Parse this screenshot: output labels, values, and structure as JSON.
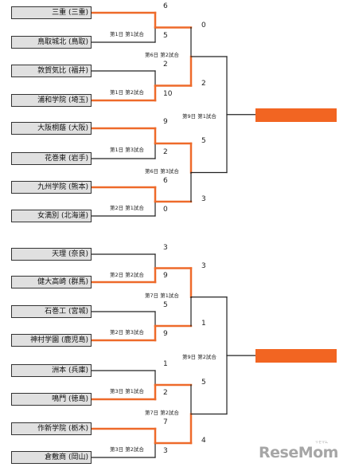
{
  "teams": [
    "三重 (三重)",
    "鳥取城北 (鳥取)",
    "敦賀気比 (福井)",
    "浦和学院 (埼玉)",
    "大阪桐蔭 (大阪)",
    "花巻東 (岩手)",
    "九州学院 (熊本)",
    "女満別 (北海道)",
    "天理 (奈良)",
    "健大高崎 (群馬)",
    "石巻工 (宮城)",
    "神村学園 (鹿児島)",
    "洲本 (兵庫)",
    "鳴門 (徳島)",
    "作新学院 (栃木)",
    "倉敷商 (岡山)"
  ],
  "first_round": [
    {
      "label": "第1日 第1試合",
      "scores": [
        "6",
        "5"
      ],
      "winner": 0
    },
    {
      "label": "第1日 第2試合",
      "scores": [
        "2",
        "10"
      ],
      "winner": 1
    },
    {
      "label": "第1日 第3試合",
      "scores": [
        "9",
        "2"
      ],
      "winner": 0
    },
    {
      "label": "第2日 第1試合",
      "scores": [
        "6",
        "0"
      ],
      "winner": 0
    },
    {
      "label": "第2日 第2試合",
      "scores": [
        "3",
        "9"
      ],
      "winner": 1
    },
    {
      "label": "第2日 第3試合",
      "scores": [
        "5",
        "9"
      ],
      "winner": 1
    },
    {
      "label": "第3日 第1試合",
      "scores": [
        "1",
        "2"
      ],
      "winner": 1
    },
    {
      "label": "第3日 第2試合",
      "scores": [
        "7",
        "3"
      ],
      "winner": 0
    }
  ],
  "second_round": [
    {
      "label": "第6日 第2試合",
      "scores": [
        "0",
        "2"
      ],
      "winner": 1
    },
    {
      "label": "第6日 第3試合",
      "scores": [
        "5",
        "3"
      ],
      "winner": 0
    },
    {
      "label": "第7日 第1試合",
      "scores": [
        "3",
        "1"
      ],
      "winner": 0
    },
    {
      "label": "第7日 第2試合",
      "scores": [
        "5",
        "4"
      ],
      "winner": 1
    }
  ],
  "semifinal": [
    {
      "label": "第9日 第1試合"
    },
    {
      "label": "第9日 第2試合"
    }
  ],
  "colors": {
    "win_line": "#ee6a2a",
    "line": "#222222",
    "box_fill": "#e0e0e0",
    "winner_box": "#f26522",
    "logo": "#a6a6a6"
  },
  "logo": {
    "text": "ReseMom",
    "sub": "リセマム"
  }
}
